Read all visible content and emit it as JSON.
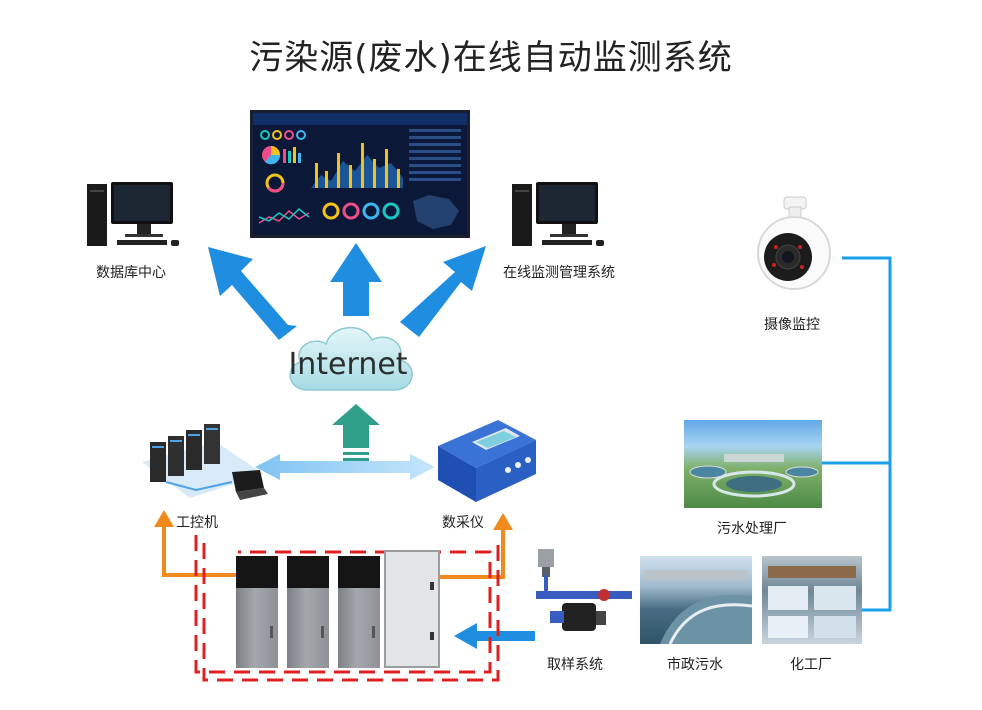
{
  "title": "污染源(废水)在线自动监测系统",
  "internet_label": "Internet",
  "nodes": {
    "database_center": "数据库中心",
    "online_management": "在线监测管理系统",
    "camera": "摄像监控",
    "industrial_pc": "工控机",
    "data_collector": "数采仪",
    "wastewater_plant": "污水处理厂",
    "sampling_system": "取样系统",
    "municipal_sewage": "市政污水",
    "chemical_plant": "化工厂"
  },
  "colors": {
    "blue_arrow": "#1f8ee0",
    "green_arrow": "#2f9f89",
    "orange_arrow": "#f08a1c",
    "red_dash": "#e02020",
    "cyan_line": "#1aa0ea",
    "cloud": "#bfe8ee"
  }
}
